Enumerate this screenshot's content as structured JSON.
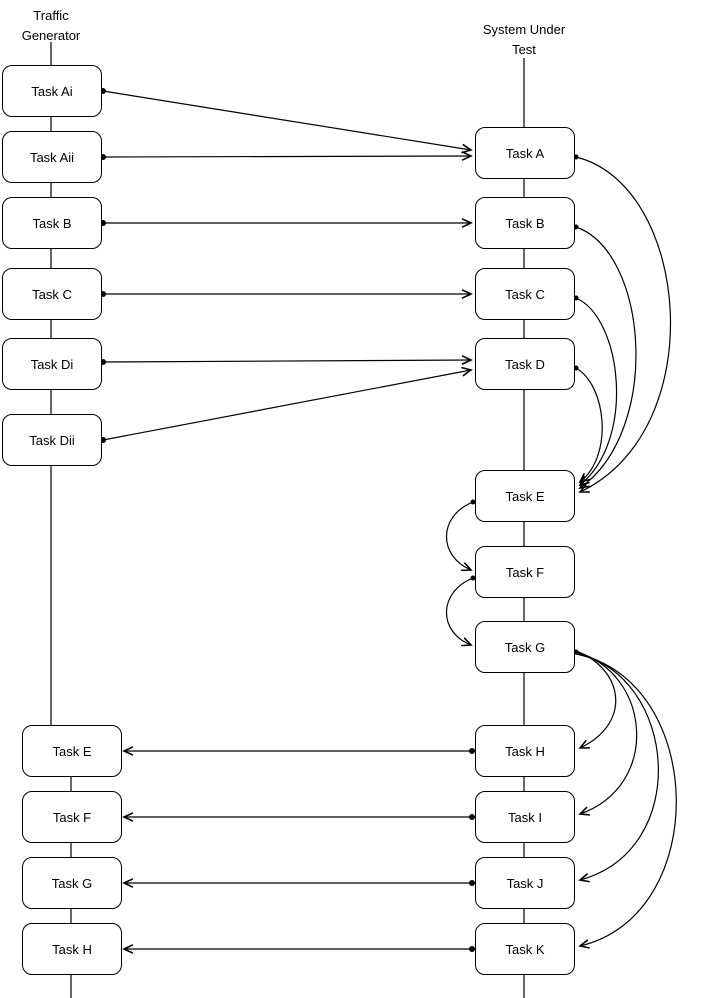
{
  "diagram": {
    "left_column": {
      "header": "Traffic\nGenerator",
      "nodes": [
        "Task Ai",
        "Task Aii",
        "Task B",
        "Task C",
        "Task Di",
        "Task Dii",
        "Task E",
        "Task F",
        "Task G",
        "Task H"
      ]
    },
    "right_column": {
      "header": "System Under\nTest",
      "nodes": [
        "Task A",
        "Task B",
        "Task C",
        "Task D",
        "Task E",
        "Task F",
        "Task G",
        "Task H",
        "Task I",
        "Task J",
        "Task K"
      ]
    },
    "edges": [
      {
        "from": "tg.Task Ai",
        "to": "sut.Task A"
      },
      {
        "from": "tg.Task Aii",
        "to": "sut.Task A"
      },
      {
        "from": "tg.Task B",
        "to": "sut.Task B"
      },
      {
        "from": "tg.Task C",
        "to": "sut.Task C"
      },
      {
        "from": "tg.Task Di",
        "to": "sut.Task D"
      },
      {
        "from": "tg.Task Dii",
        "to": "sut.Task D"
      },
      {
        "from": "sut.Task A",
        "to": "sut.Task E"
      },
      {
        "from": "sut.Task B",
        "to": "sut.Task E"
      },
      {
        "from": "sut.Task C",
        "to": "sut.Task E"
      },
      {
        "from": "sut.Task D",
        "to": "sut.Task E"
      },
      {
        "from": "sut.Task E",
        "to": "sut.Task F"
      },
      {
        "from": "sut.Task F",
        "to": "sut.Task G"
      },
      {
        "from": "sut.Task G",
        "to": "sut.Task H"
      },
      {
        "from": "sut.Task G",
        "to": "sut.Task I"
      },
      {
        "from": "sut.Task G",
        "to": "sut.Task J"
      },
      {
        "from": "sut.Task G",
        "to": "sut.Task K"
      },
      {
        "from": "sut.Task H",
        "to": "tg.Task E"
      },
      {
        "from": "sut.Task I",
        "to": "tg.Task F"
      },
      {
        "from": "sut.Task J",
        "to": "tg.Task G"
      },
      {
        "from": "sut.Task K",
        "to": "tg.Task H"
      }
    ],
    "colors": {
      "line": "#000000",
      "node_fill": "#ffffff",
      "node_border": "#000000"
    }
  }
}
